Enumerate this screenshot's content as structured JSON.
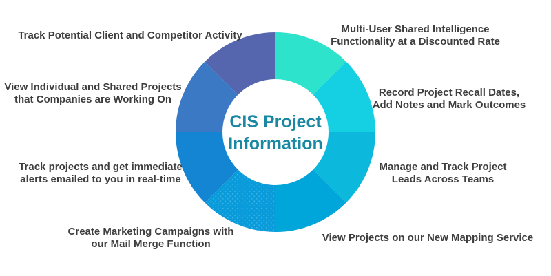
{
  "title": {
    "line1": "CIS Project",
    "line2": "Information",
    "color": "#1a88a2"
  },
  "labels": {
    "top_left": "Track Potential Client and Competitor Activity",
    "top_right": "Multi-User Shared Intelligence\nFunctionality at a Discounted Rate",
    "upper_left": "View Individual and Shared Projects\nthat Companies are Working On",
    "upper_right": "Record Project Recall Dates,\nAdd Notes and Mark Outcomes",
    "lower_left": "Track projects and get immediate\nalerts emailed to you in real-time",
    "lower_right": "Manage and Track Project\nLeads Across Teams",
    "bottom_left": "Create Marketing Campaigns with\nour Mail Merge Function",
    "bottom_right": "View Projects on our New Mapping Service"
  },
  "label_text_color": "#3e3e3e",
  "chart_data": {
    "type": "donut",
    "title": "CIS Project Information",
    "legend_position": "around-ring",
    "segments": [
      {
        "name": "multi-user-shared-intelligence",
        "label": "Multi-User Shared Intelligence Functionality at a Discounted Rate",
        "start_deg": 0,
        "end_deg": 45,
        "value": 12.5,
        "color": "#2de3cc"
      },
      {
        "name": "record-recall-dates",
        "label": "Record Project Recall Dates, Add Notes and Mark Outcomes",
        "start_deg": 45,
        "end_deg": 90,
        "value": 12.5,
        "color": "#15cfe2"
      },
      {
        "name": "manage-track-leads",
        "label": "Manage and Track Project Leads Across Teams",
        "start_deg": 90,
        "end_deg": 135,
        "value": 12.5,
        "color": "#0cb8dc"
      },
      {
        "name": "mapping-service",
        "label": "View Projects on our New Mapping Service",
        "start_deg": 135,
        "end_deg": 180,
        "value": 12.5,
        "color": "#00a5d9"
      },
      {
        "name": "mail-merge-campaigns",
        "label": "Create Marketing Campaigns with our Mail Merge Function",
        "start_deg": 180,
        "end_deg": 225,
        "value": 12.5,
        "color": "#0a9bdb",
        "pattern": "dots",
        "dot_color": "#3db4e4"
      },
      {
        "name": "real-time-alerts",
        "label": "Track projects and get immediate alerts emailed to you in real-time",
        "start_deg": 225,
        "end_deg": 270,
        "value": 12.5,
        "color": "#1485d3"
      },
      {
        "name": "view-shared-projects",
        "label": "View Individual and Shared Projects that Companies are Working On",
        "start_deg": 270,
        "end_deg": 315,
        "value": 12.5,
        "color": "#3c79c5"
      },
      {
        "name": "track-competitor-activity",
        "label": "Track Potential Client and Competitor Activity",
        "start_deg": 315,
        "end_deg": 360,
        "value": 12.5,
        "color": "#5566ae"
      }
    ]
  }
}
